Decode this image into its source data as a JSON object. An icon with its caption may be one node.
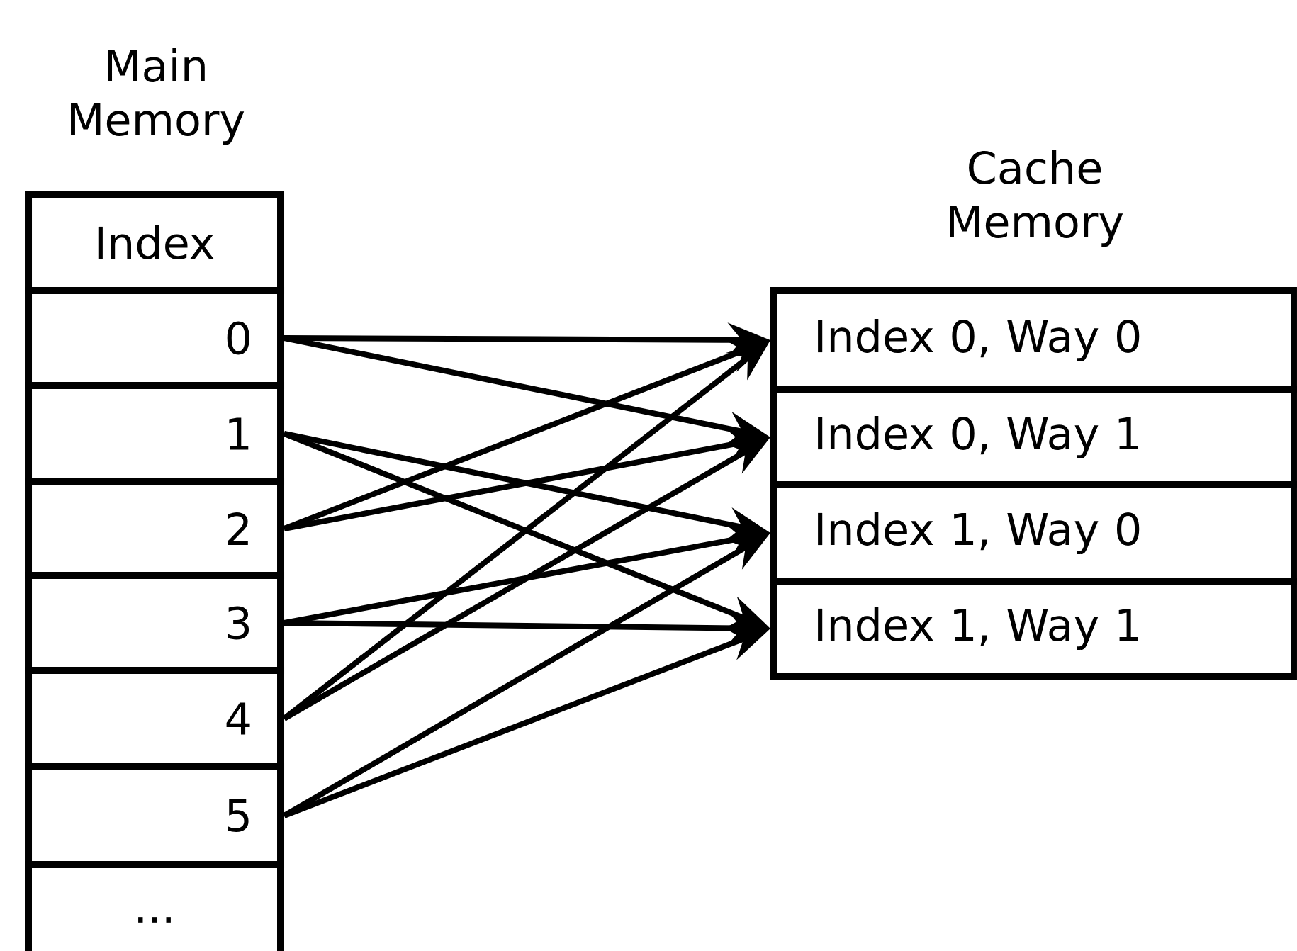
{
  "diagram": {
    "nodes": [
      {
        "text": [
          "Index"
        ]
      },
      {
        "text": [
          "0"
        ]
      },
      {
        "text": [
          "1"
        ]
      },
      {
        "text": [
          "2"
        ]
      },
      {
        "text": [
          "3"
        ]
      },
      {
        "text": [
          "4"
        ]
      },
      {
        "text": [
          "5"
        ]
      },
      {
        "text": [
          "..."
        ]
      },
      {
        "text": [
          "Index 0, Way 0"
        ]
      },
      {
        "text": [
          "Index 0, Way 1"
        ]
      },
      {
        "text": [
          "Index 1, Way 0"
        ]
      },
      {
        "text": [
          "Index 1, Way 1"
        ]
      }
    ],
    "edges": [
      {
        "from": 1,
        "to": 8,
        "arrow": "to"
      },
      {
        "from": 1,
        "to": 9,
        "arrow": "to"
      },
      {
        "from": 2,
        "to": 10,
        "arrow": "to"
      },
      {
        "from": 2,
        "to": 11,
        "arrow": "to"
      },
      {
        "from": 3,
        "to": 8,
        "arrow": "to"
      },
      {
        "from": 3,
        "to": 9,
        "arrow": "to"
      },
      {
        "from": 4,
        "to": 10,
        "arrow": "to"
      },
      {
        "from": 4,
        "to": 11,
        "arrow": "to"
      },
      {
        "from": 5,
        "to": 8,
        "arrow": "to"
      },
      {
        "from": 5,
        "to": 9,
        "arrow": "to"
      },
      {
        "from": 6,
        "to": 10,
        "arrow": "to"
      },
      {
        "from": 6,
        "to": 11,
        "arrow": "to"
      }
    ],
    "labels": [
      "Main Memory",
      "Cache Memory"
    ]
  }
}
